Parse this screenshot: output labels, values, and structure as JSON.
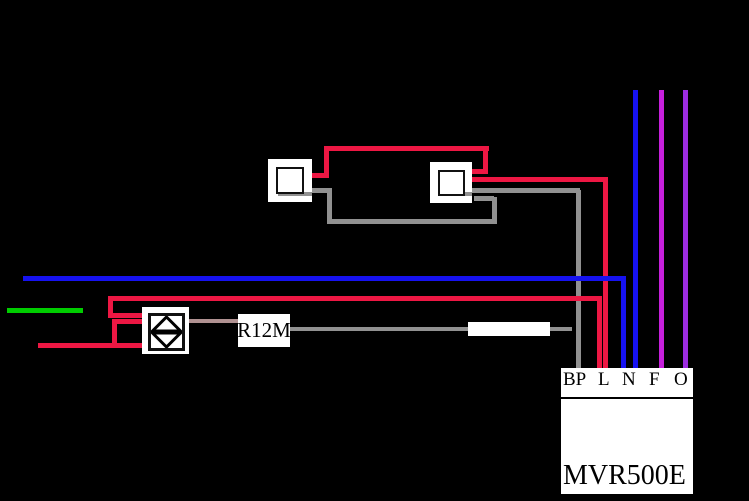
{
  "colors": {
    "black": "#000000",
    "white": "#ffffff",
    "red": "#ed1743",
    "blue": "#1612f0",
    "green": "#00cd00",
    "gray": "#919191",
    "brown": "#b09191",
    "magenta": "#c620dc",
    "violet": "#9c2ce0"
  },
  "relay": {
    "label": "R12M"
  },
  "unit": {
    "name": "MVR500E",
    "terminals": [
      "BP",
      "L",
      "N",
      "F",
      "O"
    ]
  }
}
